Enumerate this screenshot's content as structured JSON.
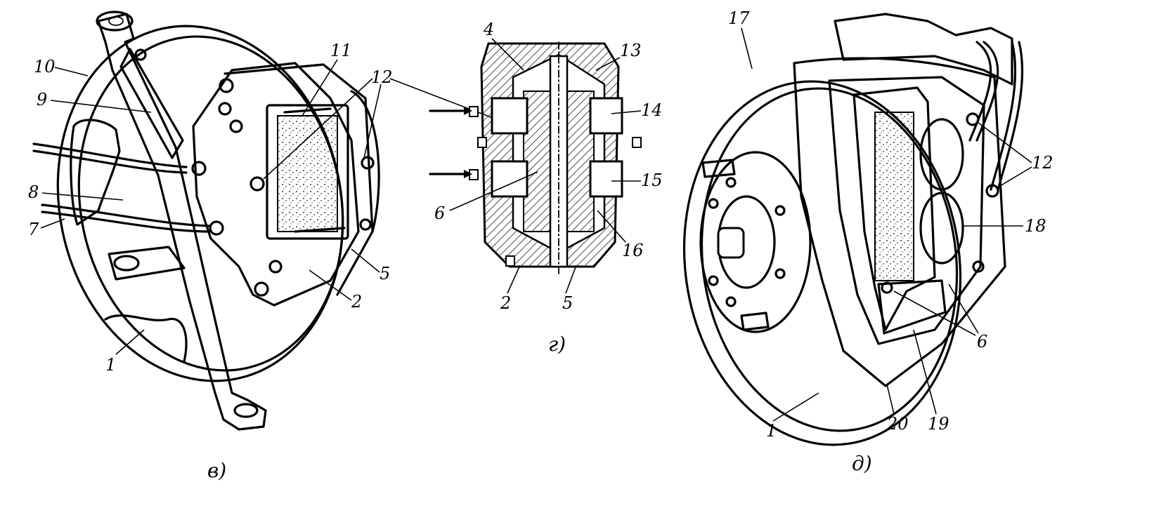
{
  "figure_v": {
    "caption": "в)",
    "labels": [
      "10",
      "9",
      "8",
      "7",
      "1",
      "11",
      "12",
      "5",
      "2"
    ]
  },
  "figure_g": {
    "caption": "г)",
    "labels": [
      "4",
      "13",
      "14",
      "6",
      "15",
      "16",
      "2",
      "5"
    ]
  },
  "figure_d": {
    "caption": "д)",
    "labels": [
      "17",
      "12",
      "18",
      "6",
      "1",
      "20",
      "19"
    ]
  }
}
